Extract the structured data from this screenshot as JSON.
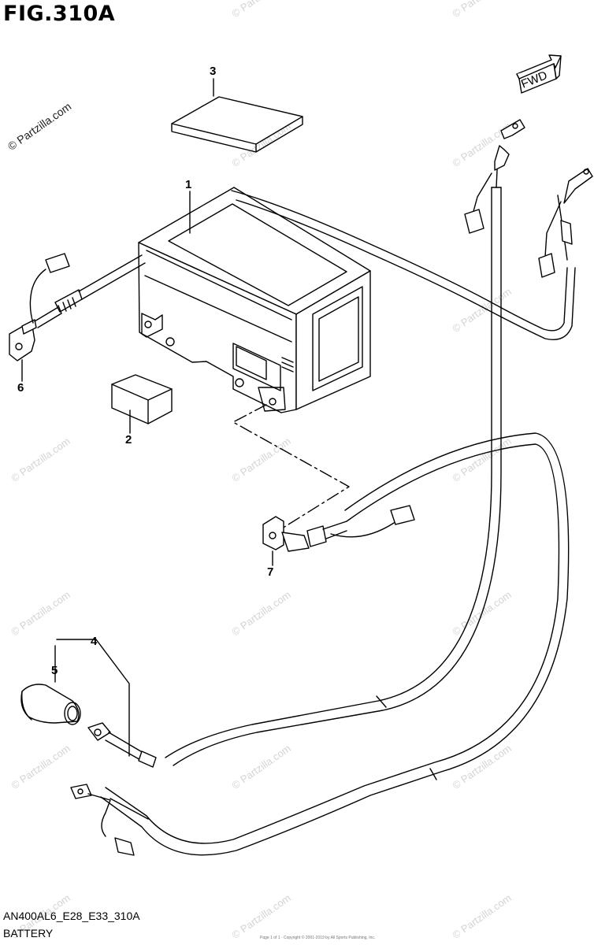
{
  "figure": {
    "title": "FIG.310A",
    "model_code": "AN400AL6_E28_E33_310A",
    "caption": "BATTERY",
    "copyright": "© Partzilla.com",
    "watermark": "© Partzilla.com",
    "direction_label": "FWD",
    "footer_text": "Page 1 of 1 · Copyright © 2001-2019 by All Sports Publishing, Inc."
  },
  "callouts": [
    {
      "id": "1",
      "part": "battery"
    },
    {
      "id": "2",
      "part": "spacer-block"
    },
    {
      "id": "3",
      "part": "top-pad"
    },
    {
      "id": "4",
      "part": "negative-cable-set"
    },
    {
      "id": "5",
      "part": "terminal-cover"
    },
    {
      "id": "6",
      "part": "positive-terminal-bracket"
    },
    {
      "id": "7",
      "part": "negative-terminal-bracket"
    }
  ],
  "colors": {
    "line": "#000000",
    "watermark": "#d4d4d4",
    "background": "#ffffff"
  }
}
